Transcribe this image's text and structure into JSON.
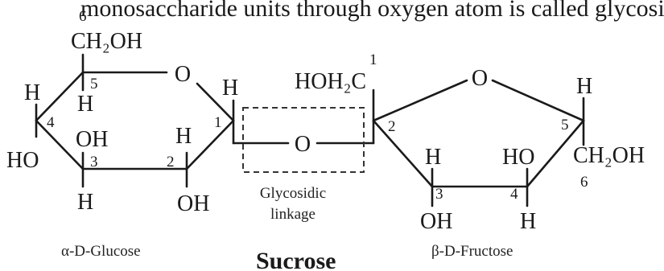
{
  "header_text": "monosaccharide units through oxygen atom is called glycosid",
  "glucose": {
    "c6_number": "6",
    "ch2oh": "CH₂OH",
    "ring_oxygen": "O",
    "c5_number": "5",
    "c5_h": "H",
    "c4_h": "H",
    "c4_number": "4",
    "c4_ho": "HO",
    "c3_oh": "OH",
    "c3_number": "3",
    "c3_h": "H",
    "c2_h": "H",
    "c2_number": "2",
    "c2_oh": "OH",
    "c1_h": "H",
    "c1_number": "1",
    "name": "α-D-Glucose"
  },
  "linkage": {
    "oxygen": "O",
    "label_line1": "Glycosidic",
    "label_line2": "linkage"
  },
  "fructose": {
    "c1_number": "1",
    "hoh2c": "HOH₂C",
    "c2_number": "2",
    "ring_oxygen": "O",
    "c5_h": "H",
    "c5_number": "5",
    "ch2oh": "CH₂OH",
    "c6_number": "6",
    "c3_h": "H",
    "c3_number": "3",
    "c3_oh": "OH",
    "c4_ho": "HO",
    "c4_number": "4",
    "c4_h": "H",
    "name": "β-D-Fructose"
  },
  "title": "Sucrose"
}
